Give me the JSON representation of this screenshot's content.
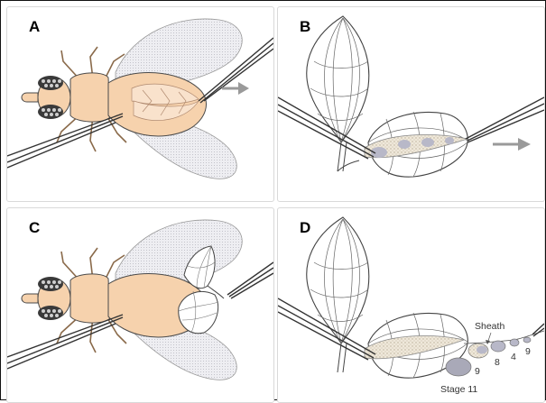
{
  "panels": [
    {
      "letter": "A"
    },
    {
      "letter": "B"
    },
    {
      "letter": "C"
    },
    {
      "letter": "D"
    }
  ],
  "labels": {
    "sheath": "Sheath",
    "stage_11": "Stage 11",
    "stage_9a": "9",
    "stage_8": "8",
    "stage_4": "4",
    "stage_9b": "9"
  },
  "colors": {
    "fly_body": "#f6d2ad",
    "fly_outline": "#4a4a4a",
    "wing": "#e8e8ec",
    "eye": "#3a3a3a",
    "egg_chamber": "#b8b8c8",
    "arrow": "#9a9a9a"
  }
}
